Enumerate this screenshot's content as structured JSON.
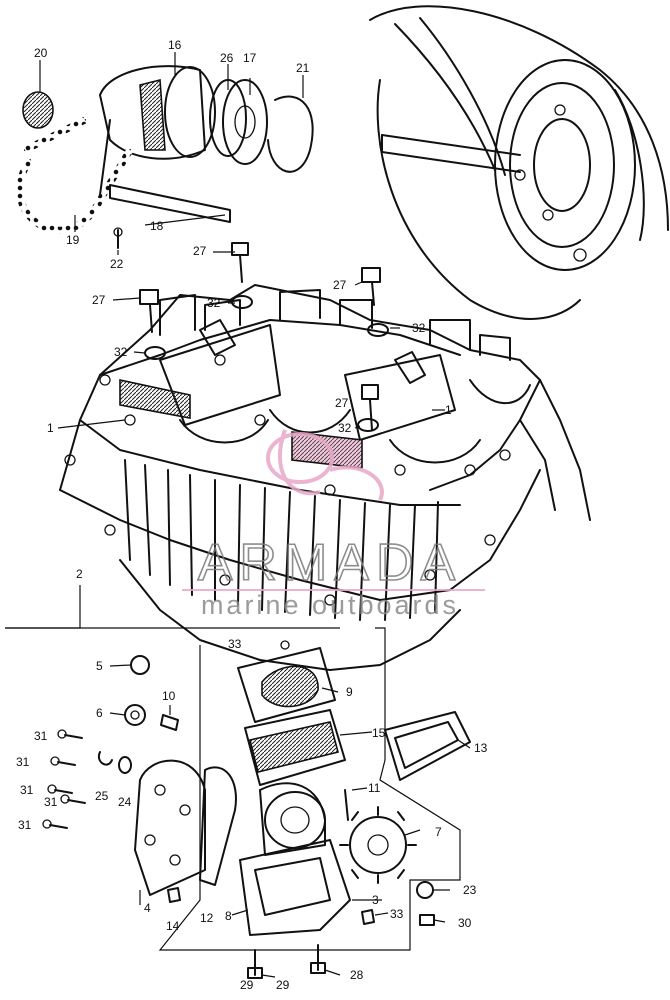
{
  "watermark": {
    "brand": "ARMADA",
    "tagline": "marine outboards",
    "colors": {
      "accent": "#e8a8c8",
      "text": "#7a7a7a"
    }
  },
  "callouts": [
    {
      "id": "c20",
      "text": "20"
    },
    {
      "id": "c16",
      "text": "16"
    },
    {
      "id": "c26",
      "text": "26"
    },
    {
      "id": "c17",
      "text": "17"
    },
    {
      "id": "c21",
      "text": "21"
    },
    {
      "id": "c18",
      "text": "18"
    },
    {
      "id": "c19",
      "text": "19"
    },
    {
      "id": "c22",
      "text": "22"
    },
    {
      "id": "c27a",
      "text": "27"
    },
    {
      "id": "c27b",
      "text": "27"
    },
    {
      "id": "c27c",
      "text": "27"
    },
    {
      "id": "c27d",
      "text": "27"
    },
    {
      "id": "c32a",
      "text": "32"
    },
    {
      "id": "c32b",
      "text": "32"
    },
    {
      "id": "c32c",
      "text": "32"
    },
    {
      "id": "c32d",
      "text": "32"
    },
    {
      "id": "c1a",
      "text": "1"
    },
    {
      "id": "c1b",
      "text": "1"
    },
    {
      "id": "c2",
      "text": "2"
    },
    {
      "id": "c33a",
      "text": "33"
    },
    {
      "id": "c5",
      "text": "5"
    },
    {
      "id": "c9",
      "text": "9"
    },
    {
      "id": "c10",
      "text": "10"
    },
    {
      "id": "c6",
      "text": "6"
    },
    {
      "id": "c15",
      "text": "15"
    },
    {
      "id": "c13",
      "text": "13"
    },
    {
      "id": "c31a",
      "text": "31"
    },
    {
      "id": "c31b",
      "text": "31"
    },
    {
      "id": "c31c",
      "text": "31"
    },
    {
      "id": "c31d",
      "text": "31"
    },
    {
      "id": "c31e",
      "text": "31"
    },
    {
      "id": "c25",
      "text": "25"
    },
    {
      "id": "c24",
      "text": "24"
    },
    {
      "id": "c11",
      "text": "11"
    },
    {
      "id": "c7",
      "text": "7"
    },
    {
      "id": "c4",
      "text": "4"
    },
    {
      "id": "c12",
      "text": "12"
    },
    {
      "id": "c14",
      "text": "14"
    },
    {
      "id": "c8",
      "text": "8"
    },
    {
      "id": "c3",
      "text": "3"
    },
    {
      "id": "c33b",
      "text": "33"
    },
    {
      "id": "c23",
      "text": "23"
    },
    {
      "id": "c30",
      "text": "30"
    },
    {
      "id": "c28",
      "text": "28"
    },
    {
      "id": "c29a",
      "text": "29"
    },
    {
      "id": "c29b",
      "text": "29"
    }
  ]
}
